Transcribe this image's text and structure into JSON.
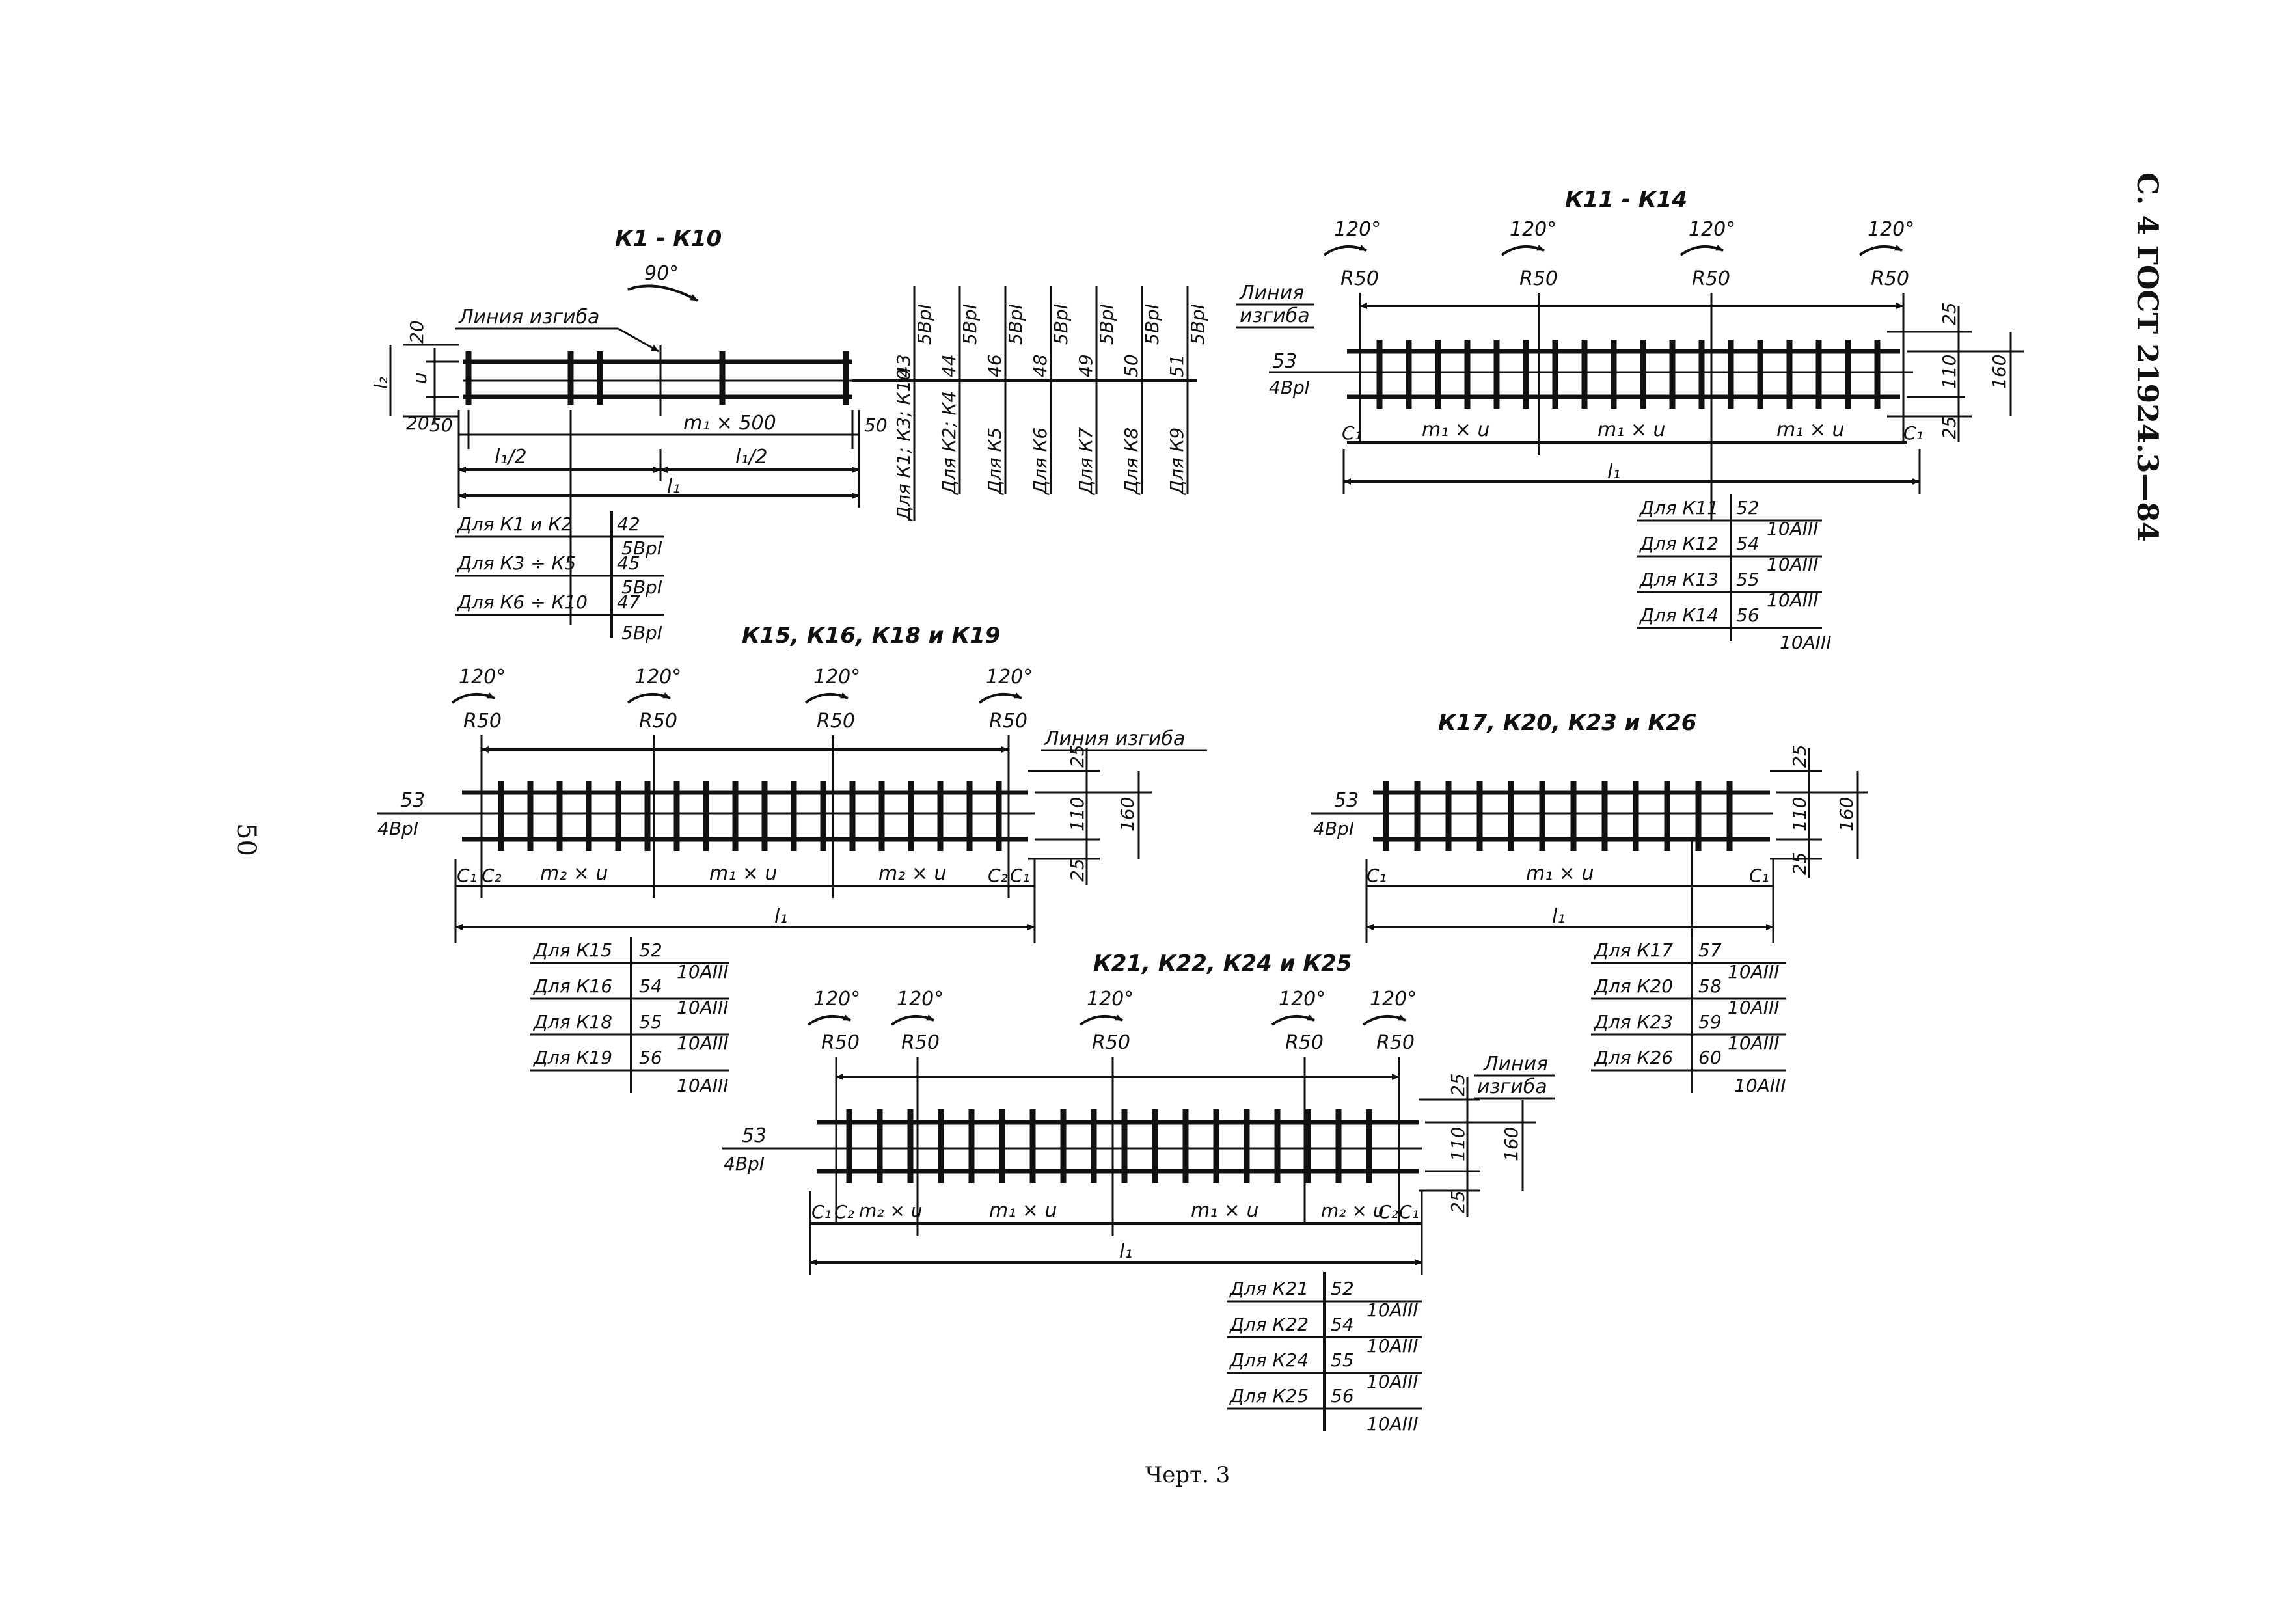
{
  "header": {
    "side_title": "С. 4 ГОСТ 21924.3—84",
    "page_number": "50",
    "caption": "Черт. 3"
  },
  "k1": {
    "title": "К1 - К10",
    "angle": "90°",
    "bend_line": "Линия изгиба",
    "dim_top": "20",
    "dim_bottom": "20",
    "dim_l2": "l₂",
    "dim_u": "u",
    "dim_50a": "50",
    "dim_50b": "50",
    "dim_m1": "m₁ × 500",
    "dim_half_a": "l₁/2",
    "dim_half_b": "l₁/2",
    "dim_l1": "l₁",
    "rows": [
      {
        "label": "Для К1 и К2",
        "num": "42",
        "grade": "5ВрI"
      },
      {
        "label": "Для К3 ÷ К5",
        "num": "45",
        "grade": "5ВрI"
      },
      {
        "label": "Для К6 ÷ К10",
        "num": "47",
        "grade": "5ВрI"
      }
    ],
    "vrows": [
      {
        "label": "Для К1; К3; К10",
        "num": "43",
        "grade": "5ВрI"
      },
      {
        "label": "Для К2; К4",
        "num": "44",
        "grade": "5ВрI"
      },
      {
        "label": "Для К5",
        "num": "46",
        "grade": "5ВрI"
      },
      {
        "label": "Для К6",
        "num": "48",
        "grade": "5ВрI"
      },
      {
        "label": "Для К7",
        "num": "49",
        "grade": "5ВрI"
      },
      {
        "label": "Для К8",
        "num": "50",
        "grade": "5ВрI"
      },
      {
        "label": "Для К9",
        "num": "51",
        "grade": "5ВрI"
      }
    ]
  },
  "k11": {
    "title": "К11 - К14",
    "angles": [
      "120°",
      "120°",
      "120°",
      "120°"
    ],
    "radii": [
      "R50",
      "R50",
      "R50",
      "R50"
    ],
    "bend_line_1": "Линия",
    "bend_line_2": "изгиба",
    "rod_num": "53",
    "rod_grade": "4ВрI",
    "dim_25a": "25",
    "dim_110": "110",
    "dim_160": "160",
    "dim_25b": "25",
    "dim_c1a": "C₁",
    "dim_c1b": "C₁",
    "segs": [
      "m₁ × u",
      "m₁ × u",
      "m₁ × u"
    ],
    "dim_l1": "l₁",
    "rows": [
      {
        "label": "Для К11",
        "num": "52",
        "grade": "10АIII"
      },
      {
        "label": "Для К12",
        "num": "54",
        "grade": "10АIII"
      },
      {
        "label": "Для К13",
        "num": "55",
        "grade": "10АIII"
      },
      {
        "label": "Для К14",
        "num": "56",
        "grade": "10АIII"
      }
    ]
  },
  "k15": {
    "title": "К15, К16, К18 и К19",
    "angles": [
      "120°",
      "120°",
      "120°",
      "120°"
    ],
    "radii": [
      "R50",
      "R50",
      "R50",
      "R50"
    ],
    "bend_line": "Линия изгиба",
    "rod_num": "53",
    "rod_grade": "4ВрI",
    "dim_25a": "25",
    "dim_110": "110",
    "dim_160": "160",
    "dim_25b": "25",
    "c_labels": [
      "C₁",
      "C₂",
      "C₂",
      "C₁"
    ],
    "segs": [
      "m₂ × u",
      "m₁ × u",
      "m₂ × u"
    ],
    "dim_l1": "l₁",
    "rows": [
      {
        "label": "Для К15",
        "num": "52",
        "grade": "10АIII"
      },
      {
        "label": "Для К16",
        "num": "54",
        "grade": "10АIII"
      },
      {
        "label": "Для К18",
        "num": "55",
        "grade": "10АIII"
      },
      {
        "label": "Для К19",
        "num": "56",
        "grade": "10АIII"
      }
    ]
  },
  "k17": {
    "title": "К17, К20, К23 и К26",
    "rod_num": "53",
    "rod_grade": "4ВрI",
    "dim_25a": "25",
    "dim_110": "110",
    "dim_160": "160",
    "dim_25b": "25",
    "dim_c1a": "C₁",
    "dim_c1b": "C₁",
    "seg": "m₁ × u",
    "dim_l1": "l₁",
    "rows": [
      {
        "label": "Для К17",
        "num": "57",
        "grade": "10АIII"
      },
      {
        "label": "Для К20",
        "num": "58",
        "grade": "10АIII"
      },
      {
        "label": "Для К23",
        "num": "59",
        "grade": "10АIII"
      },
      {
        "label": "Для К26",
        "num": "60",
        "grade": "10АIII"
      }
    ]
  },
  "k21": {
    "title": "К21, К22, К24 и К25",
    "angles": [
      "120°",
      "120°",
      "120°",
      "120°",
      "120°"
    ],
    "radii": [
      "R50",
      "R50",
      "R50",
      "R50",
      "R50"
    ],
    "bend_line_1": "Линия",
    "bend_line_2": "изгиба",
    "rod_num": "53",
    "rod_grade": "4ВрI",
    "dim_25a": "25",
    "dim_110": "110",
    "dim_160": "160",
    "dim_25b": "25",
    "c_labels": [
      "C₁",
      "C₂",
      "C₂",
      "C₁"
    ],
    "segs": [
      "m₂ × u",
      "m₁ × u",
      "m₁ × u",
      "m₂ × u"
    ],
    "dim_l1": "l₁",
    "rows": [
      {
        "label": "Для К21",
        "num": "52",
        "grade": "10АIII"
      },
      {
        "label": "Для К22",
        "num": "54",
        "grade": "10АIII"
      },
      {
        "label": "Для К24",
        "num": "55",
        "grade": "10АIII"
      },
      {
        "label": "Для К25",
        "num": "56",
        "grade": "10АIII"
      }
    ]
  }
}
